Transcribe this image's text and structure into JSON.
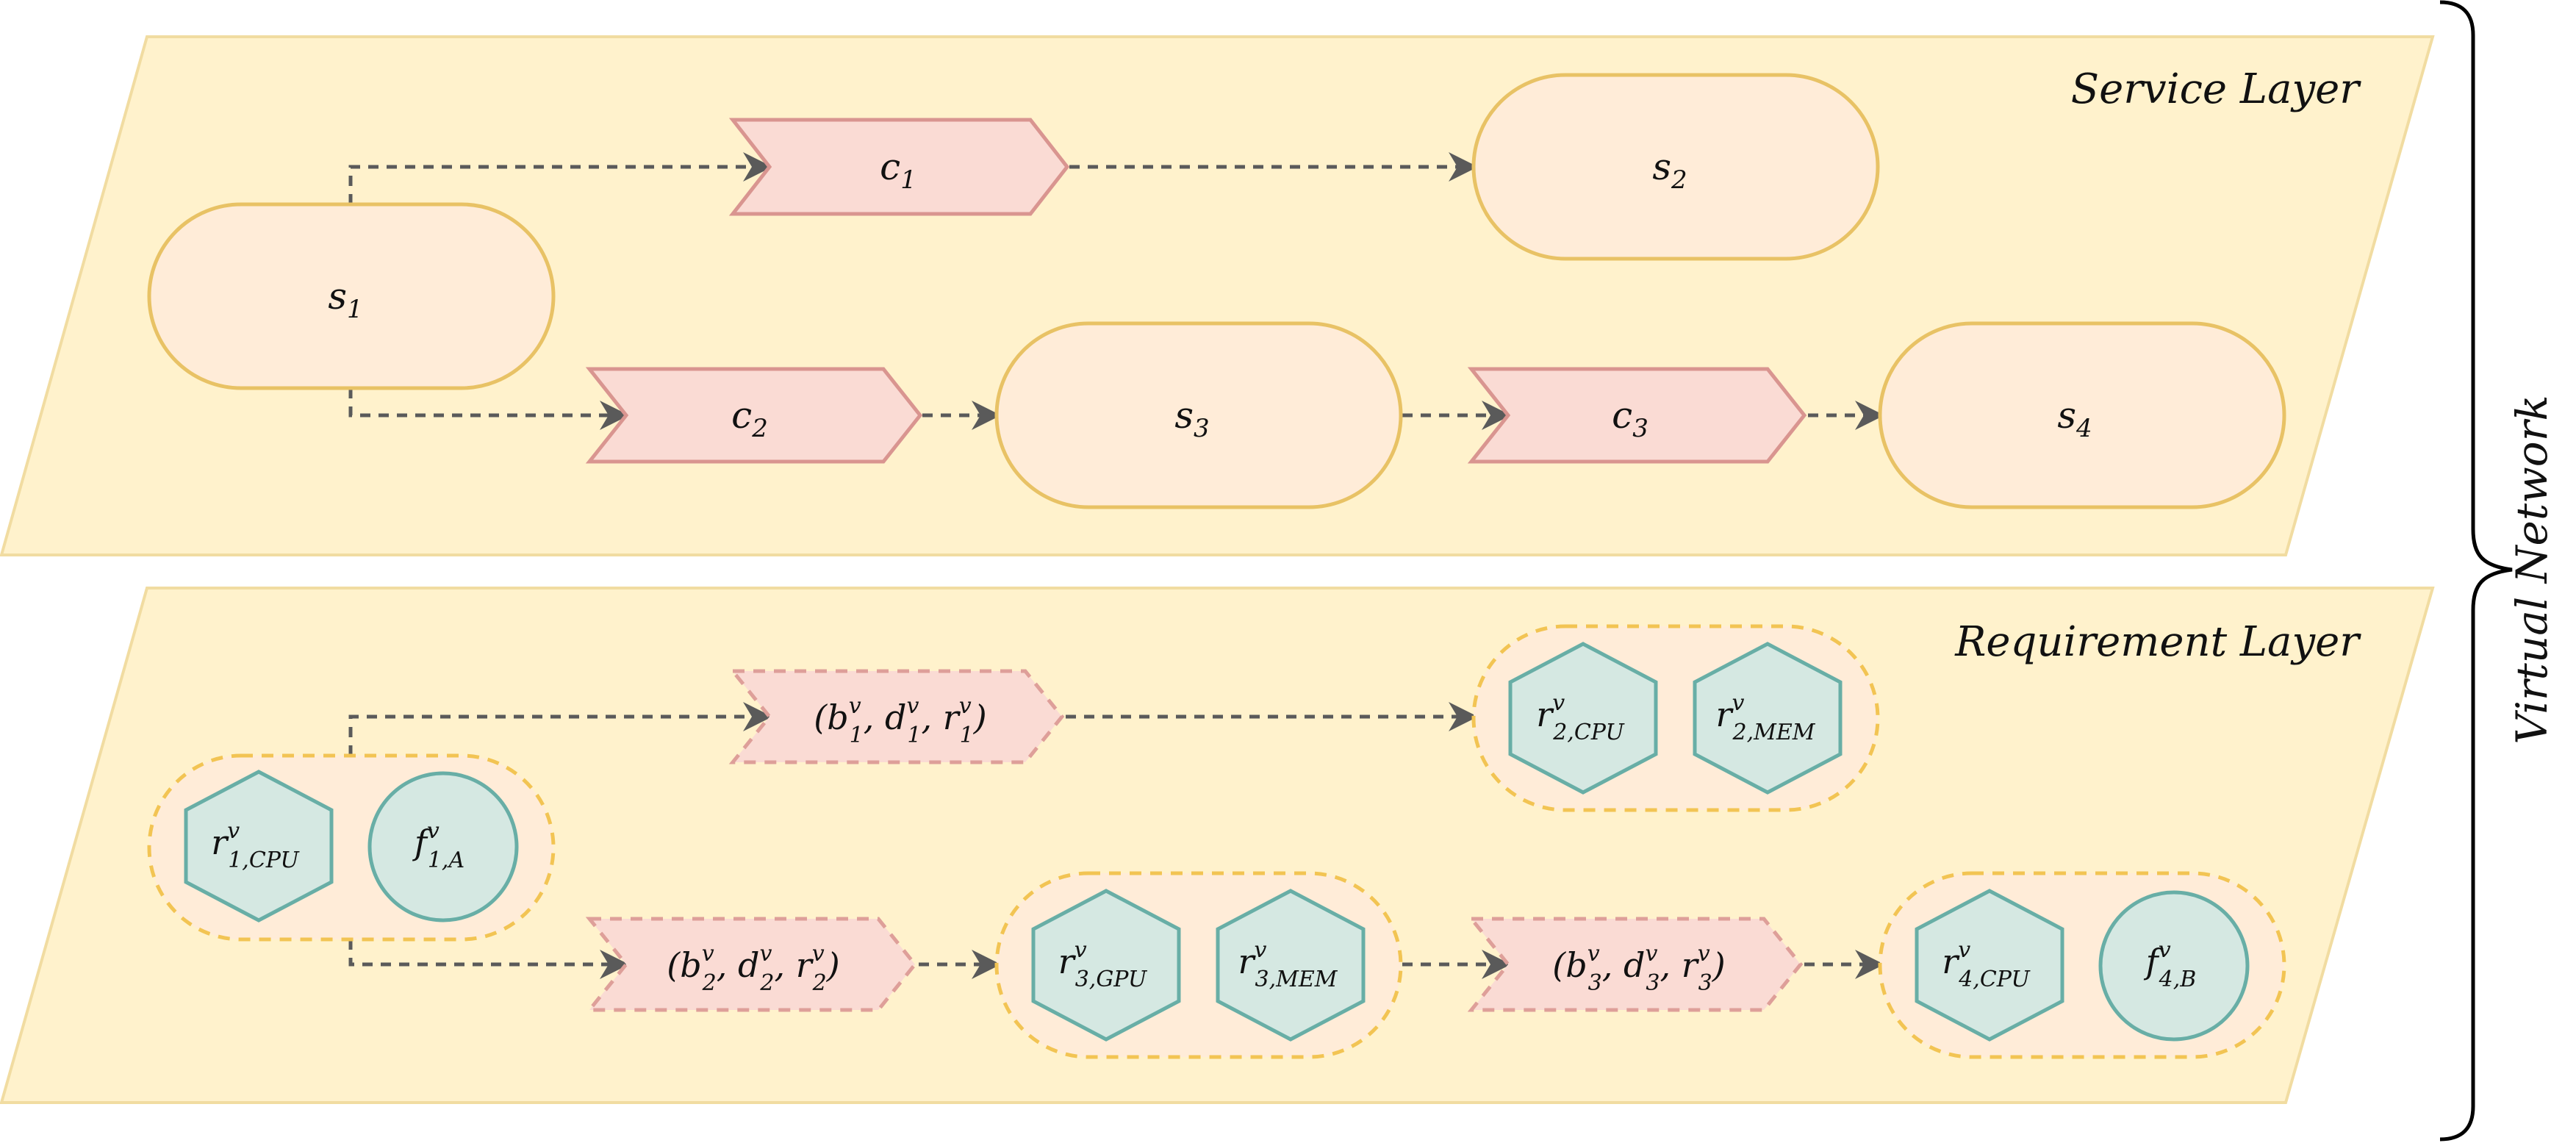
{
  "colors": {
    "layer_fill": "#fff2cc",
    "layer_stroke": "#f1dca1",
    "service_fill": "#ffecd8",
    "service_stroke": "#e8c265",
    "channel_fill": "#fadbd4",
    "channel_stroke": "#d99590",
    "resource_fill": "#d5e8e2",
    "resource_stroke": "#68aea6",
    "edge": "#5a5a5a"
  },
  "layers": {
    "service": "Service Layer",
    "requirement": "Requirement Layer",
    "side": "Virtual Network"
  },
  "services": {
    "s1": {
      "base": "s",
      "sub": "1"
    },
    "s2": {
      "base": "s",
      "sub": "2"
    },
    "s3": {
      "base": "s",
      "sub": "3"
    },
    "s4": {
      "base": "s",
      "sub": "4"
    }
  },
  "channels": {
    "c1": {
      "base": "c",
      "sub": "1"
    },
    "c2": {
      "base": "c",
      "sub": "2"
    },
    "c3": {
      "base": "c",
      "sub": "3"
    }
  },
  "link_requirements": {
    "l1": {
      "sup": "v",
      "sub": "1"
    },
    "l2": {
      "sup": "v",
      "sub": "2"
    },
    "l3": {
      "sup": "v",
      "sub": "3"
    }
  },
  "resources": {
    "r1_cpu": {
      "base": "r",
      "sup": "v",
      "sub": "1,CPU"
    },
    "f1_a": {
      "base": "f",
      "sup": "v",
      "sub": "1,A"
    },
    "r2_cpu": {
      "base": "r",
      "sup": "v",
      "sub": "2,CPU"
    },
    "r2_mem": {
      "base": "r",
      "sup": "v",
      "sub": "2,MEM"
    },
    "r3_gpu": {
      "base": "r",
      "sup": "v",
      "sub": "3,GPU"
    },
    "r3_mem": {
      "base": "r",
      "sup": "v",
      "sub": "3,MEM"
    },
    "r4_cpu": {
      "base": "r",
      "sup": "v",
      "sub": "4,CPU"
    },
    "f4_b": {
      "base": "f",
      "sup": "v",
      "sub": "4,B"
    }
  }
}
